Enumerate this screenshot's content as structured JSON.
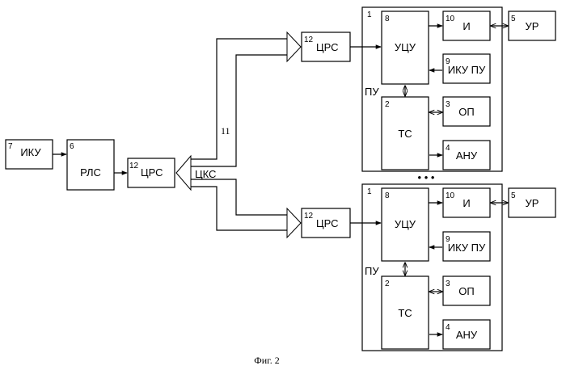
{
  "caption": "Фиг. 2",
  "channel_label": "ЦКС",
  "channel_number": "11",
  "left_chain": {
    "iku": {
      "num": "7",
      "label": "ИКУ"
    },
    "rls": {
      "num": "6",
      "label": "РЛС"
    },
    "crs": {
      "num": "12",
      "label": "ЦРС"
    }
  },
  "ellipsis": "• • •",
  "stations": [
    {
      "station_num": "1",
      "pu_label": "ПУ",
      "crs": {
        "num": "12",
        "label": "ЦРС"
      },
      "ucu": {
        "num": "8",
        "label": "УЦУ"
      },
      "ts": {
        "num": "2",
        "label": "ТС"
      },
      "i": {
        "num": "10",
        "label": "И"
      },
      "iku_pu": {
        "num": "9",
        "label": "ИКУ ПУ"
      },
      "op": {
        "num": "3",
        "label": "ОП"
      },
      "anu": {
        "num": "4",
        "label": "АНУ"
      },
      "ur": {
        "num": "5",
        "label": "УР"
      }
    },
    {
      "station_num": "1",
      "pu_label": "ПУ",
      "crs": {
        "num": "12",
        "label": "ЦРС"
      },
      "ucu": {
        "num": "8",
        "label": "УЦУ"
      },
      "ts": {
        "num": "2",
        "label": "ТС"
      },
      "i": {
        "num": "10",
        "label": "И"
      },
      "iku_pu": {
        "num": "9",
        "label": "ИКУ ПУ"
      },
      "op": {
        "num": "3",
        "label": "ОП"
      },
      "anu": {
        "num": "4",
        "label": "АНУ"
      },
      "ur": {
        "num": "5",
        "label": "УР"
      }
    }
  ]
}
